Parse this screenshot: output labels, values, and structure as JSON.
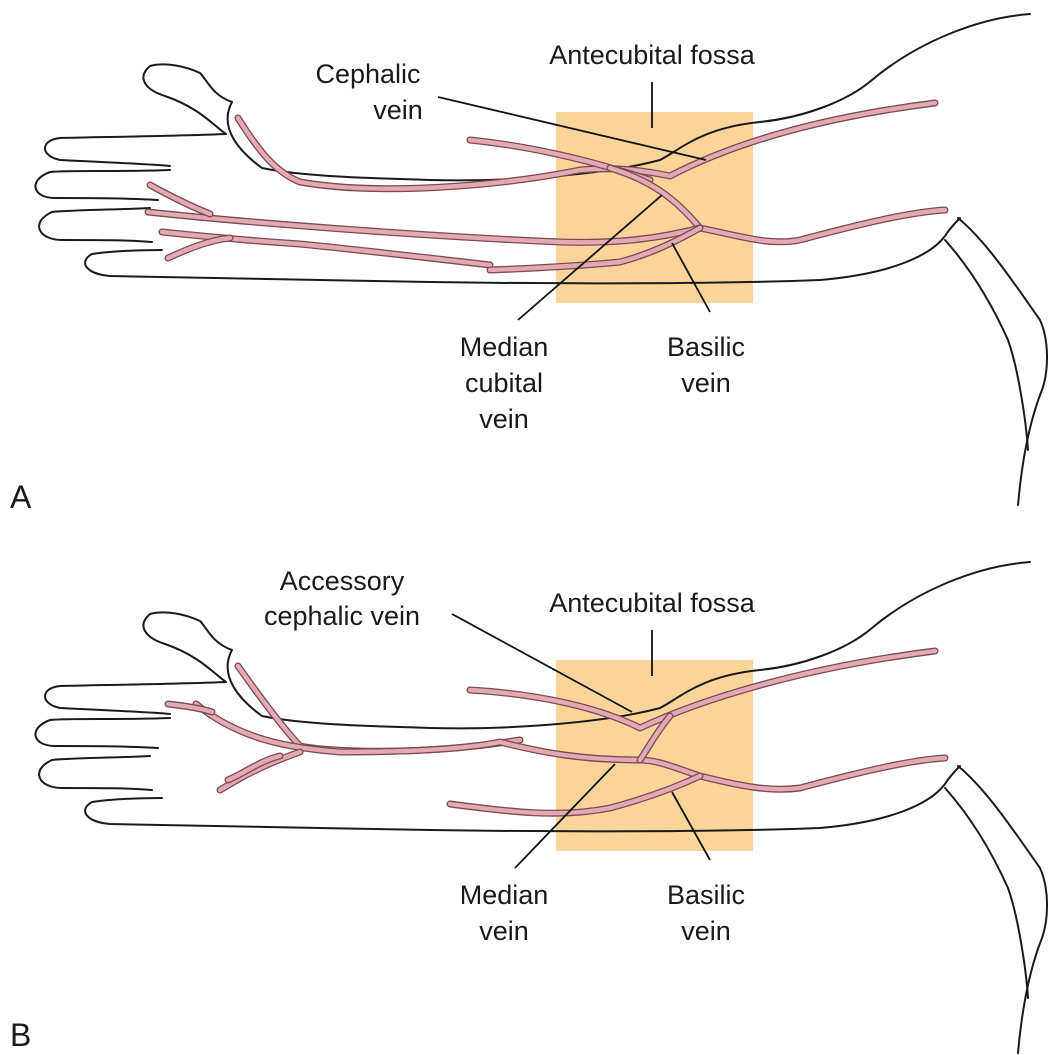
{
  "colors": {
    "fossa_fill": "#fbd49a",
    "vein_fill": "#e3aab4",
    "vein_edge": "#7a4a55",
    "outline": "#1a1a1a"
  },
  "panels": [
    {
      "letter": "A",
      "region_label": "Antecubital fossa",
      "labels": {
        "lateral_vein": [
          "Cephalic",
          "vein"
        ],
        "middle_vein": [
          "Median",
          "cubital",
          "vein"
        ],
        "medial_vein": [
          "Basilic",
          "vein"
        ]
      }
    },
    {
      "letter": "B",
      "region_label": "Antecubital fossa",
      "labels": {
        "lateral_vein": [
          "Accessory",
          "cephalic vein"
        ],
        "middle_vein": [
          "Median",
          "vein"
        ],
        "medial_vein": [
          "Basilic",
          "vein"
        ]
      }
    }
  ]
}
